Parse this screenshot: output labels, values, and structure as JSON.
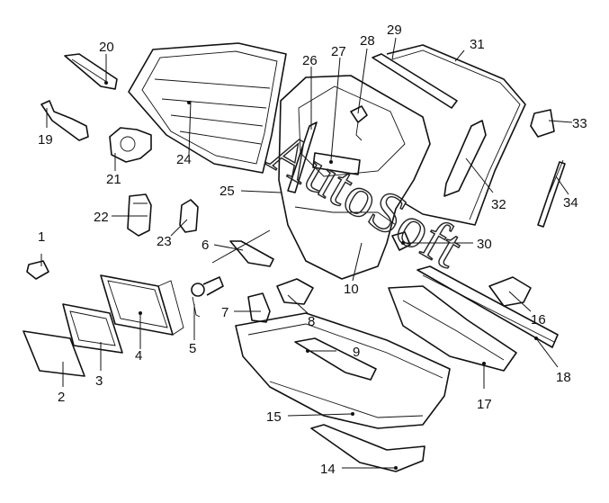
{
  "watermark": "AutoSoft",
  "labels": {
    "l1": "1",
    "l2": "2",
    "l3": "3",
    "l4": "4",
    "l5": "5",
    "l6": "6",
    "l7": "7",
    "l8": "8",
    "l9": "9",
    "l10": "10",
    "l14": "14",
    "l15": "15",
    "l16": "16",
    "l17": "17",
    "l18": "18",
    "l19": "19",
    "l20": "20",
    "l21": "21",
    "l22": "22",
    "l23": "23",
    "l24": "24",
    "l25": "25",
    "l26": "26",
    "l27": "27",
    "l28": "28",
    "l29": "29",
    "l30": "30",
    "l31": "31",
    "l32": "32",
    "l33": "33",
    "l34": "34"
  }
}
